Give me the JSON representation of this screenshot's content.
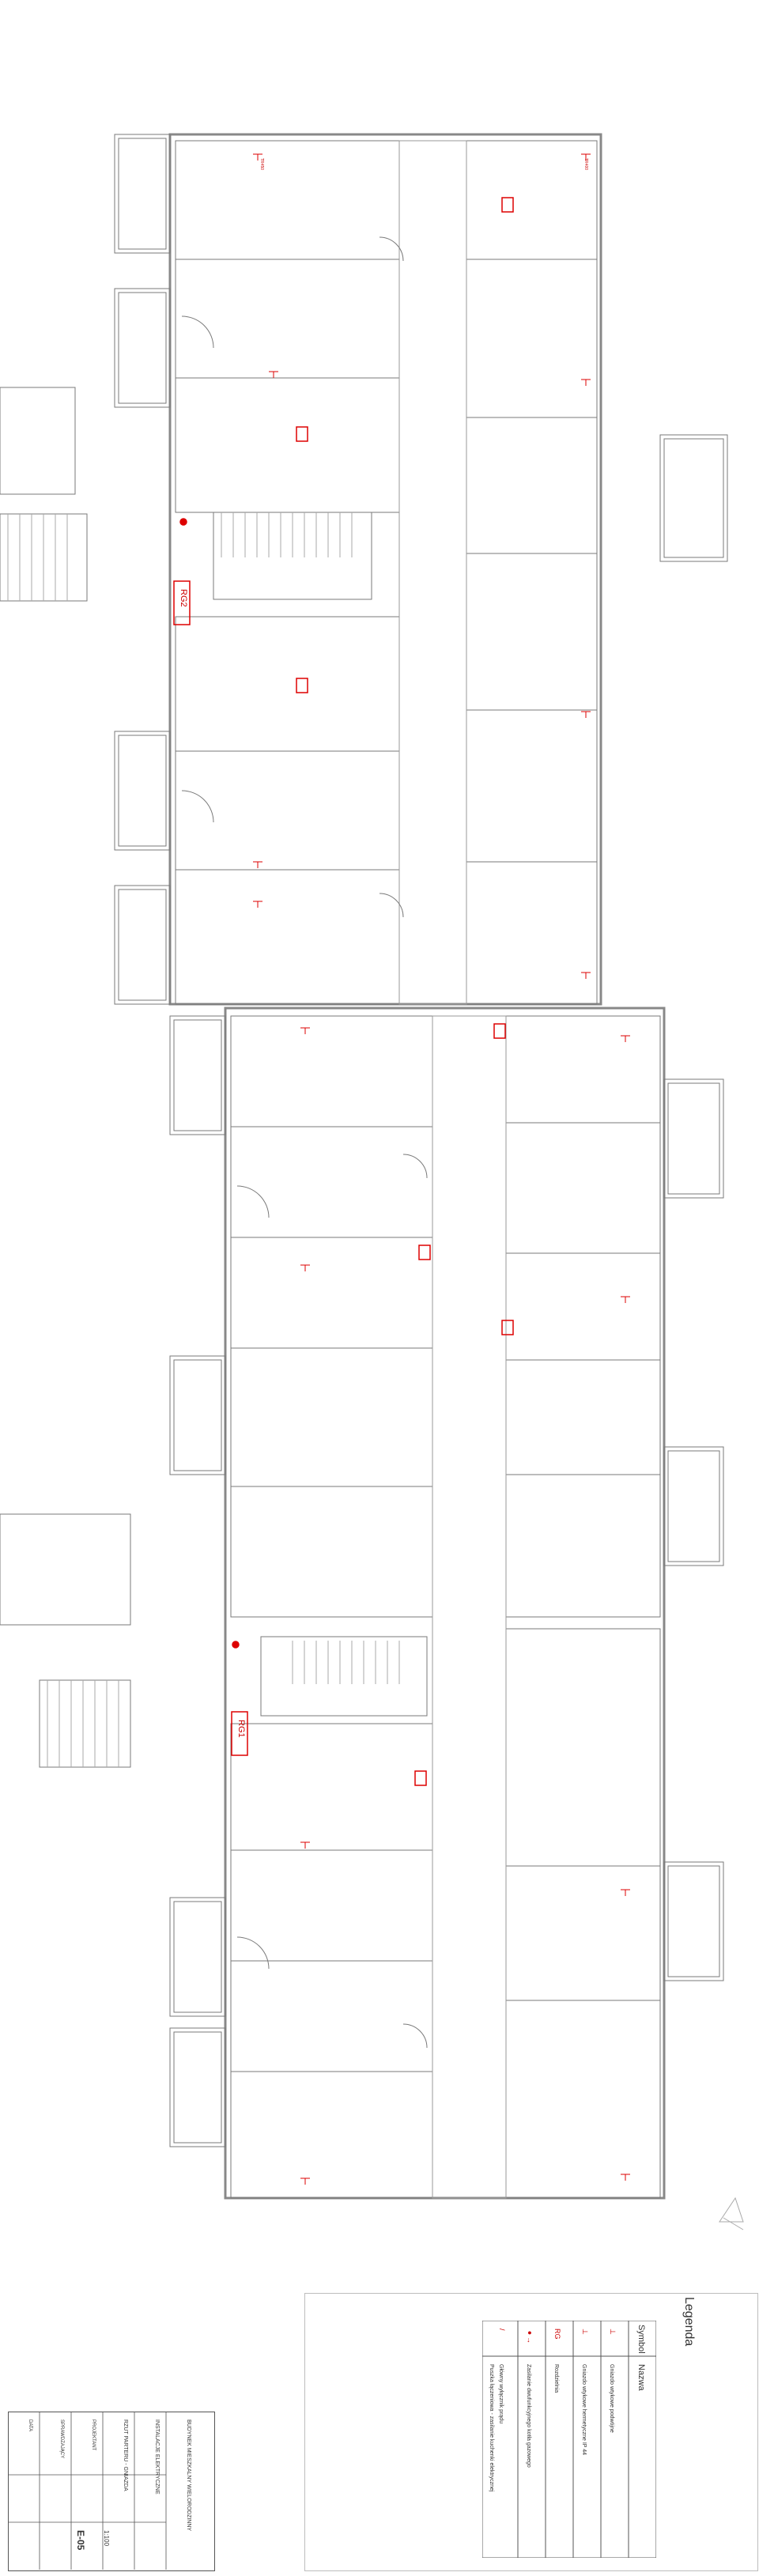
{
  "drawing": {
    "circuit_labels": [
      "RG2",
      "RG1"
    ],
    "socket_tag": "TR450",
    "door_tags": [
      "TR450",
      "TR400"
    ]
  },
  "legend": {
    "title": "Legenda",
    "col_symbol": "Symbol",
    "col_name": "Nazwa",
    "rows": [
      {
        "symbol": "⊥",
        "name": "Gniazdo wtykowe podwójne"
      },
      {
        "symbol": "⊥",
        "name": "Gniazdo wtykowe hermetyczne IP 44"
      },
      {
        "symbol": "RG",
        "name": "Rozdzielnia"
      },
      {
        "symbol": "●→",
        "name": "Zasilanie dwufunkcyjnego kotła gazowego"
      },
      {
        "symbol": "/",
        "name": "Główny wyłącznik prądu"
      },
      {
        "symbol": "",
        "name": "Puszka łączeniowa - zasilanie kuchenki elektrycznej"
      }
    ]
  },
  "titleblock": {
    "drawing_no": "E-05",
    "scale": "1:100",
    "lines": [
      "BUDYNEK MIESZKALNY WIELORODZINNY",
      "INSTALACJE ELEKTRYCZNE",
      "RZUT PARTERU - GNIAZDA",
      "PROJEKTANT",
      "SPRAWDZAJĄCY",
      "DATA"
    ]
  }
}
